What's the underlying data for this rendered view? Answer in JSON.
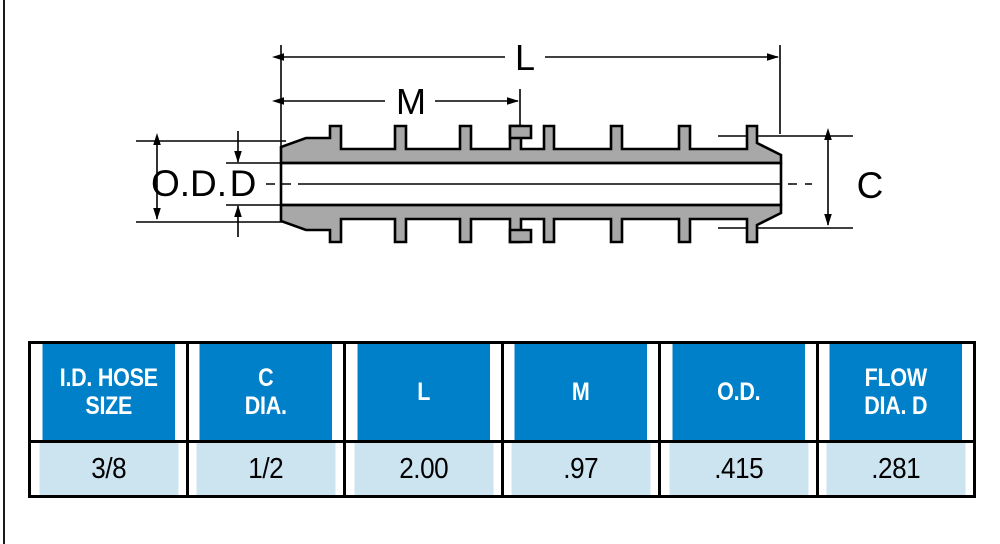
{
  "drawing": {
    "title": "hose-barb-fitting-cross-section",
    "colors": {
      "body_fill": "#a8a8a8",
      "outline": "#000000",
      "background": "#ffffff"
    },
    "dimension_labels": {
      "overall_length": "L",
      "barb_length": "M",
      "outside_diameter": "O.D.",
      "flow_diameter": "D",
      "hex_or_shoulder_diameter": "C"
    },
    "barb_counts": {
      "left_teeth": 4,
      "right_teeth": 4
    }
  },
  "table": {
    "name": "dimension-specification-table",
    "header_bg": "#0080c8",
    "header_fg": "#ffffff",
    "row_bg": "#cce3f0",
    "row_fg": "#000000",
    "columns": [
      {
        "line1": "I.D. HOSE",
        "line2": "SIZE"
      },
      {
        "line1": "C",
        "line2": "DIA."
      },
      {
        "line1": "L",
        "line2": ""
      },
      {
        "line1": "M",
        "line2": ""
      },
      {
        "line1": "O.D.",
        "line2": ""
      },
      {
        "line1": "FLOW",
        "line2": "DIA. D"
      }
    ],
    "rows": [
      {
        "id_hose_size": "3/8",
        "c_dia": "1/2",
        "l": "2.00",
        "m": ".97",
        "od": ".415",
        "flow_dia_d": ".281"
      }
    ]
  }
}
